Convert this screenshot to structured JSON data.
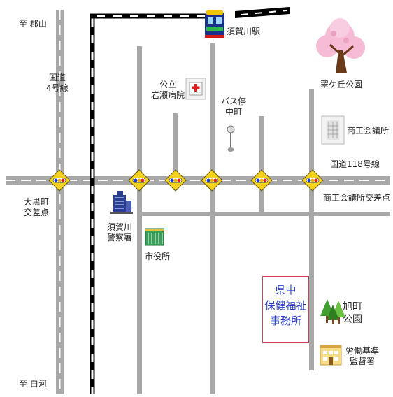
{
  "map": {
    "destinations": {
      "north": "至 郡山",
      "south": "至 白河"
    },
    "roads": {
      "route4": "国道\n4号線",
      "route118": "国道118号線"
    },
    "places": {
      "station": "須賀川駅",
      "hospital": "公立\n岩瀬病院",
      "bus_stop": "バス停\n中町",
      "park_midorigaoka": "翠ケ丘公園",
      "chamber": "商工会議所",
      "ookuro_intersection": "大黒町\n交差点",
      "chamber_intersection": "商工会議所交差点",
      "police": "須賀川\n警察署",
      "city_hall": "市役所",
      "target_office": "県中\n保健福祉\n事務所",
      "asahi_park": "旭町\n公園",
      "labor_office": "労働基準\n監督署"
    },
    "colors": {
      "road": "#a8a8a8",
      "road_centerline": "#ffffff",
      "signal_sign": "#f2d21a",
      "office_border": "#d04050",
      "office_text": "#2c3fd0"
    }
  }
}
